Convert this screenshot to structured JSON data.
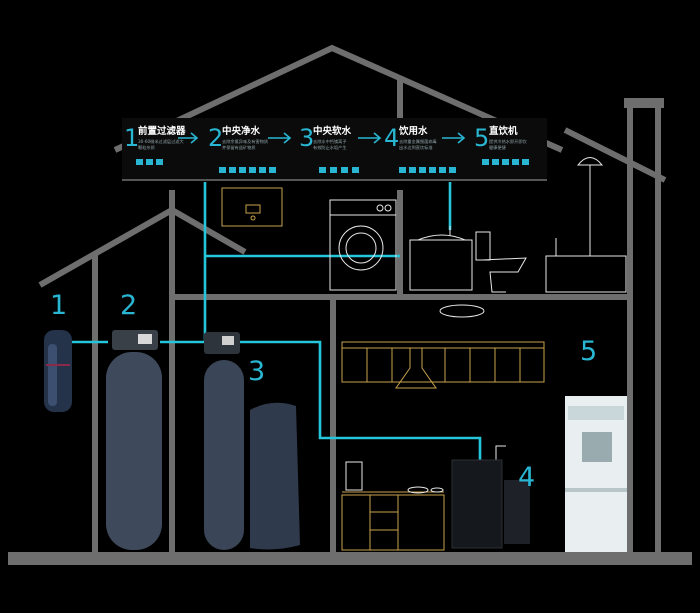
{
  "steps": [
    {
      "num": "1",
      "title": "前置过滤器",
      "desc": [
        "30-60微米过滤层过滤大",
        "颗粒杂质"
      ]
    },
    {
      "num": "2",
      "title": "中央净水",
      "desc": [
        "去除余氯异味及有害物质",
        "并保留有益矿物质"
      ]
    },
    {
      "num": "3",
      "title": "中央软水",
      "desc": [
        "去除水中钙镁离子",
        "有效防止水垢产生"
      ]
    },
    {
      "num": "4",
      "title": "饮用水",
      "desc": [
        "去除重金属细菌病毒",
        "出水达到直饮标准"
      ]
    },
    {
      "num": "5",
      "title": "直饮机",
      "desc": [
        "提供冷热水即开即饮",
        "健康便捷"
      ]
    }
  ],
  "callouts": [
    "1",
    "2",
    "3",
    "4",
    "5"
  ],
  "colors": {
    "accent": "#26c6da",
    "wall": "#6e6e6e",
    "line_art": "#c9a24a",
    "background": "#000000"
  }
}
